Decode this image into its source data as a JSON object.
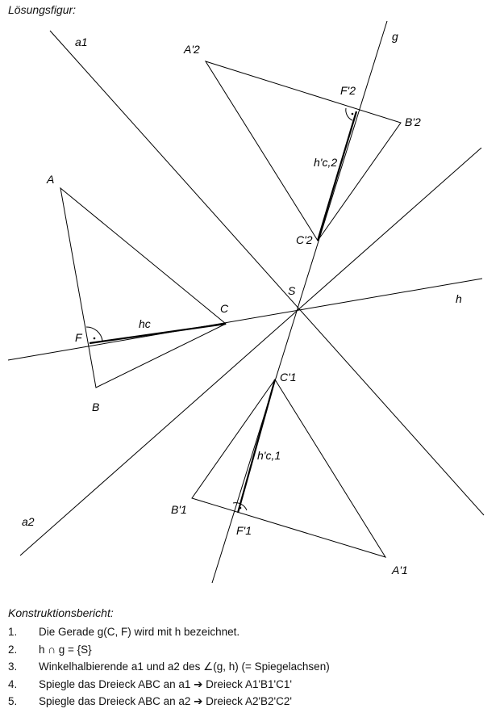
{
  "header": {
    "title": "Lösungsfigur:"
  },
  "figure": {
    "labels": {
      "a1": "a1",
      "a2": "a2",
      "g": "g",
      "h": "h",
      "S": "S",
      "A": "A",
      "B": "B",
      "C": "C",
      "F": "F",
      "hc": "hc",
      "A1": "A'1",
      "B1": "B'1",
      "C1": "C'1",
      "F1": "F'1",
      "hc1": "h'c,1",
      "A2": "A'2",
      "B2": "B'2",
      "C2": "C'2",
      "F2": "F'2",
      "hc2": "h'c,2"
    }
  },
  "report": {
    "title": "Konstruktionsbericht:",
    "steps": [
      {
        "num": "1.",
        "text": "Die Gerade g(C, F) wird mit h bezeichnet."
      },
      {
        "num": "2.",
        "text": "h ∩ g = {S}"
      },
      {
        "num": "3.",
        "text": "Winkelhalbierende a1 und a2 des ∠(g, h) (= Spiegelachsen)"
      },
      {
        "num": "4.",
        "text": "Spiegle das Dreieck ABC an a1 ➔ Dreieck A1'B1'C1'"
      },
      {
        "num": "5.",
        "text": "Spiegle das Dreieck ABC an a2 ➔ Dreieck A2'B2'C2'"
      }
    ]
  }
}
